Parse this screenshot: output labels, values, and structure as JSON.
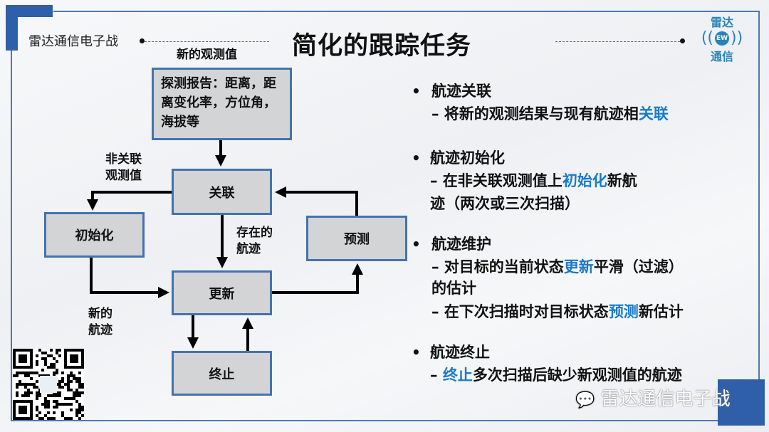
{
  "header": {
    "brand": "雷达通信电子战",
    "title": "简化的跟踪任务",
    "logo_top": "雷达",
    "logo_mid": "EW",
    "logo_bottom": "通信"
  },
  "diagram": {
    "input_label": "新的观测值",
    "report_box": "探测报告：距离，距离变化率，方位角，海拔等",
    "associate_box": "关联",
    "init_box": "初始化",
    "predict_box": "预测",
    "update_box": "更新",
    "terminate_box": "终止",
    "unassociated_label_1": "非关联",
    "unassociated_label_2": "观测值",
    "existing_label_1": "存在的",
    "existing_label_2": "航迹",
    "new_track_label_1": "新的",
    "new_track_label_2": "航迹"
  },
  "bullets": [
    {
      "title": "航迹关联",
      "lines": [
        [
          "– 将新的观测结果与现有航迹相",
          "关联"
        ]
      ]
    },
    {
      "title": "航迹初始化",
      "lines": [
        [
          "– 在非关联观测值上",
          "初始化",
          "新航"
        ],
        [
          "迹（两次或三次扫描）"
        ]
      ]
    },
    {
      "title": "航迹维护",
      "lines": [
        [
          "– 对目标的当前状态",
          "更新",
          "平滑（过滤）"
        ],
        [
          "的估计"
        ],
        [
          "– 在下次扫描时对目标状态",
          "预测",
          "新估计"
        ]
      ]
    },
    {
      "title": "航迹终止",
      "lines": [
        [
          "– ",
          "终止",
          "多次扫描后缺少新观测值的航迹"
        ]
      ]
    }
  ],
  "footer": {
    "watermark": "雷达通信电子战",
    "wechat_icon": "wechat-icon"
  },
  "colors": {
    "accent": "#1a7ac8",
    "frame": "#4f78b0",
    "box_fill": "#d3d4d6",
    "box_border": "#4472b0"
  }
}
